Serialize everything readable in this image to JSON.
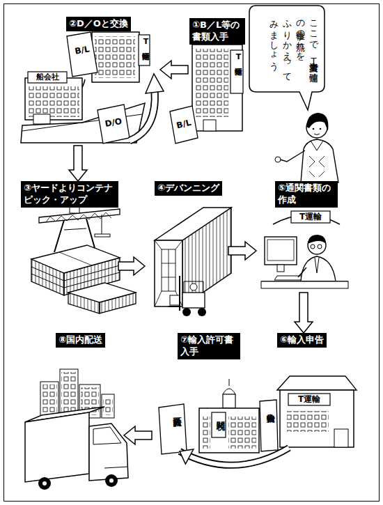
{
  "diagram": {
    "nodes": [
      {
        "text": [
          "①B／L等の 書類入手"
        ]
      },
      {
        "text": [
          "②D／Oと交換"
        ]
      },
      {
        "text": [
          "③ヤードよりコンテナ ピック・アップ"
        ]
      },
      {
        "text": [
          "④デバンニング"
        ]
      },
      {
        "text": [
          "⑤通関書類の 作成"
        ]
      },
      {
        "text": [
          "⑥輸入申告"
        ]
      },
      {
        "text": [
          "⑦輸入許可書 入手"
        ]
      },
      {
        "text": [
          "⑧国内配送"
        ]
      },
      {
        "text": [
          "ここで 海貨業者T運輸 の仕事の流れを ふりかえって みましょう"
        ]
      }
    ],
    "edges": [
      {
        "from": 0,
        "to": 1,
        "arrow": "to"
      },
      {
        "from": 1,
        "to": 2,
        "arrow": "to"
      },
      {
        "from": 2,
        "to": 3,
        "arrow": "to"
      },
      {
        "from": 3,
        "to": 4,
        "arrow": "to"
      },
      {
        "from": 4,
        "to": 5,
        "arrow": "to"
      },
      {
        "from": 5,
        "to": 6,
        "arrow": "to"
      },
      {
        "from": 6,
        "to": 7,
        "arrow": "to"
      }
    ],
    "labels": [
      "T運輸",
      "B/L",
      "T運輸",
      "B/L",
      "船会社",
      "D/O",
      "T運輸",
      "T運輸",
      "税関",
      "輸入申告",
      "輸入許可"
    ]
  }
}
